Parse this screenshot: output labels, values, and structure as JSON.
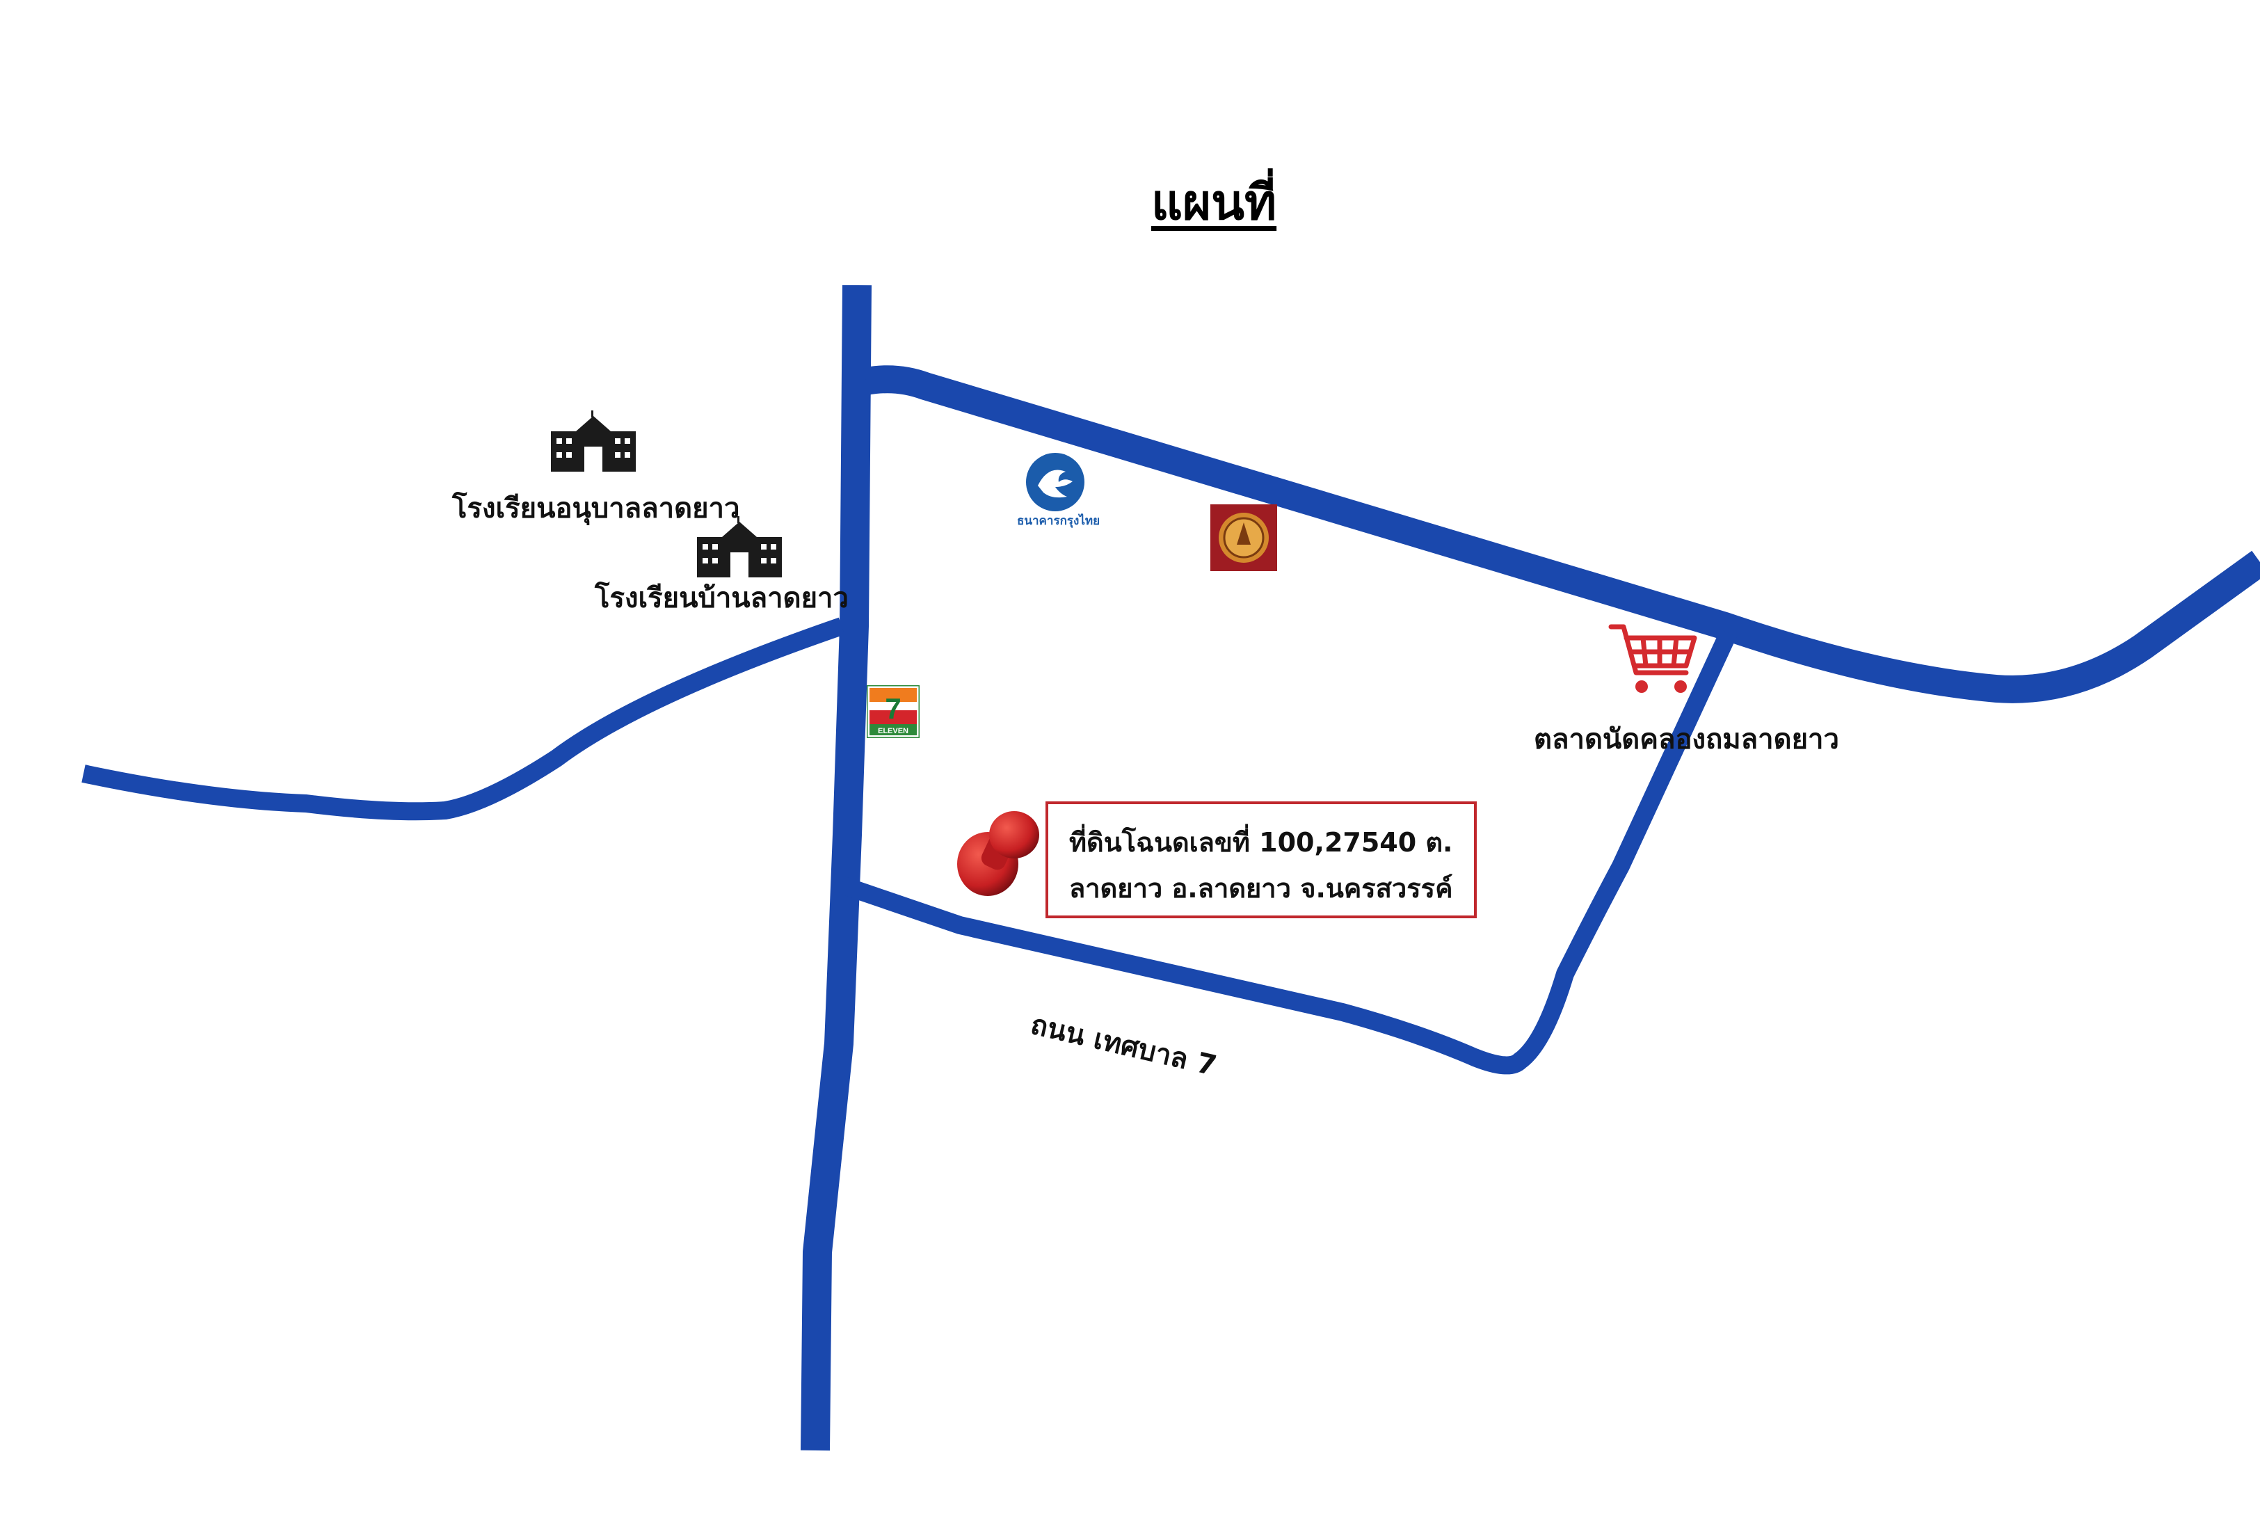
{
  "title": "แผนที่",
  "labels": {
    "kindergarten_school": "โรงเรียนอนุบาลลาดยาว",
    "ban_school": "โรงเรียนบ้านลาดยาว",
    "market": "ตลาดนัดคลองถมลาดยาว",
    "road": "ถนน เทศบาล 7",
    "bank_name": "ธนาคารกรุงไทย"
  },
  "land_parcel": {
    "line1": "ที่ดินโฉนดเลขที่ 100,27540 ต.",
    "line2": "ลาดยาว อ.ลาดยาว จ.นครสวรรค์"
  },
  "store": {
    "brand_number": "7",
    "brand_text": "ELEVEN"
  },
  "colors": {
    "road": "#1a48ad",
    "pin": "#c71f22",
    "box_border": "#c0282d",
    "bank_blue": "#1b5cab",
    "seal_red": "#9e1c22",
    "cart_red": "#d42a2e"
  },
  "icons": [
    "school-building-icon",
    "bank-logo-icon",
    "government-seal-icon",
    "shopping-cart-icon",
    "seven-eleven-logo-icon",
    "location-pin-icon"
  ]
}
